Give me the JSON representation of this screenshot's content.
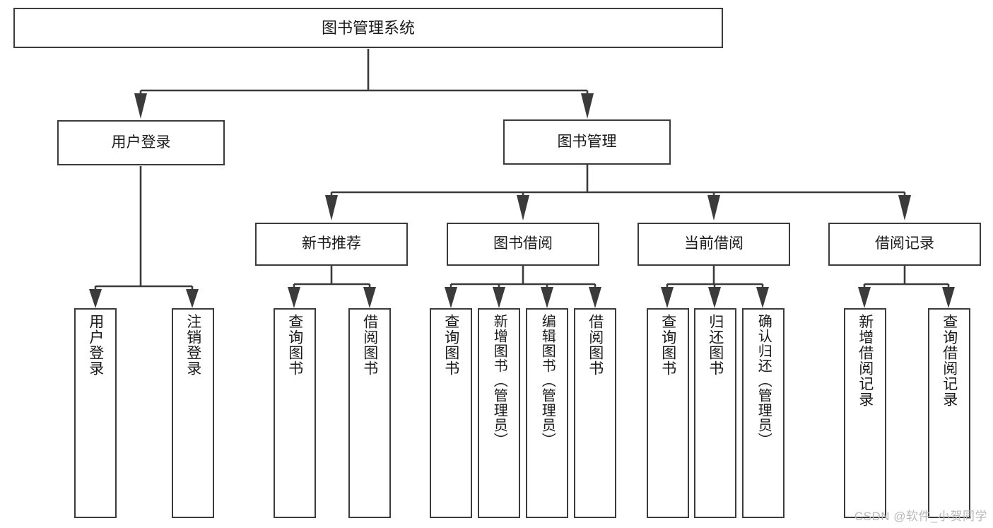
{
  "diagram": {
    "type": "tree-hierarchy",
    "title": "图书管理系统",
    "watermark": "CSDN @软件_小贺同学",
    "colors": {
      "stroke": "#3b3b3b",
      "fill": "#ffffff",
      "text": "#1a1a1a",
      "watermark": "#b9b9b9"
    },
    "nodes": {
      "root": {
        "label": "图书管理系统",
        "orientation": "horizontal"
      },
      "level2": [
        {
          "id": "user-login",
          "label": "用户登录",
          "orientation": "horizontal"
        },
        {
          "id": "book-manage",
          "label": "图书管理",
          "orientation": "horizontal"
        }
      ],
      "level3": [
        {
          "id": "new-book-recommend",
          "label": "新书推荐",
          "orientation": "horizontal"
        },
        {
          "id": "book-borrow",
          "label": "图书借阅",
          "orientation": "horizontal"
        },
        {
          "id": "current-borrow",
          "label": "当前借阅",
          "orientation": "horizontal"
        },
        {
          "id": "borrow-record",
          "label": "借阅记录",
          "orientation": "horizontal"
        }
      ],
      "leaves": {
        "user-login": [
          {
            "id": "leaf-user-login",
            "label": "用户登录",
            "orientation": "vertical"
          },
          {
            "id": "leaf-user-logout",
            "label": "注销登录",
            "orientation": "vertical"
          }
        ],
        "new-book-recommend": [
          {
            "id": "leaf-query-book-1",
            "label": "查询图书",
            "orientation": "vertical"
          },
          {
            "id": "leaf-borrow-book-1",
            "label": "借阅图书",
            "orientation": "vertical"
          }
        ],
        "book-borrow": [
          {
            "id": "leaf-query-book-2",
            "label": "查询图书",
            "orientation": "vertical"
          },
          {
            "id": "leaf-add-book",
            "label": "新增图书（管理员）",
            "orientation": "vertical"
          },
          {
            "id": "leaf-edit-book",
            "label": "编辑图书（管理员）",
            "orientation": "vertical"
          },
          {
            "id": "leaf-borrow-book-2",
            "label": "借阅图书",
            "orientation": "vertical"
          }
        ],
        "current-borrow": [
          {
            "id": "leaf-query-book-3",
            "label": "查询图书",
            "orientation": "vertical"
          },
          {
            "id": "leaf-return-book",
            "label": "归还图书",
            "orientation": "vertical"
          },
          {
            "id": "leaf-confirm-return",
            "label": "确认归还（管理员）",
            "orientation": "vertical"
          }
        ],
        "borrow-record": [
          {
            "id": "leaf-add-record",
            "label": "新增借阅记录",
            "orientation": "vertical"
          },
          {
            "id": "leaf-query-record",
            "label": "查询借阅记录",
            "orientation": "vertical"
          }
        ]
      }
    }
  }
}
